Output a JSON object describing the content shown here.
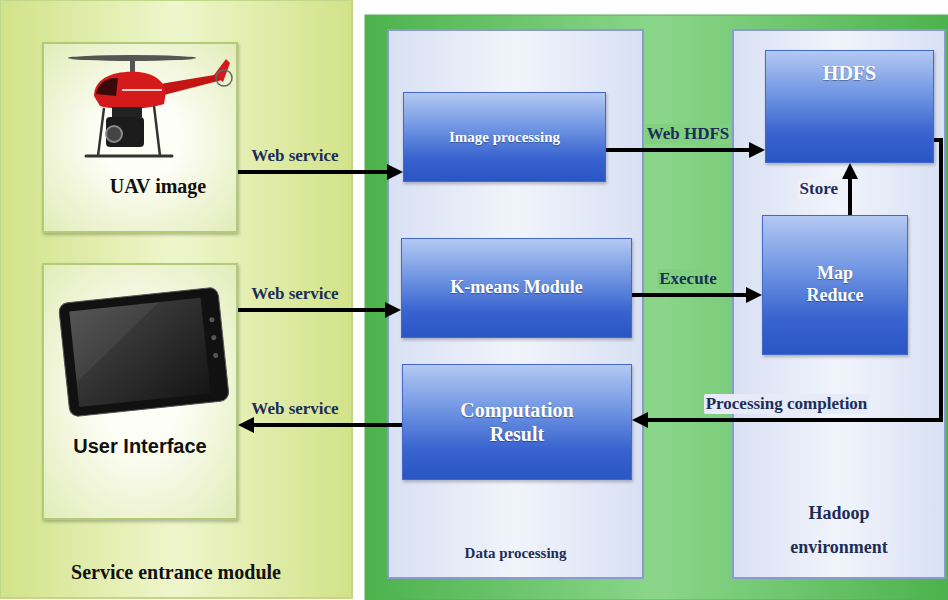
{
  "diagram": {
    "nodes": [
      {
        "text": [
          "Service entrance module"
        ]
      },
      {
        "text": [
          "UAV image"
        ],
        "in": 0
      },
      {
        "text": [
          "User Interface"
        ],
        "in": 0
      },
      {
        "text": [
          "Data processing"
        ]
      },
      {
        "text": [
          "Image processing"
        ],
        "in": 3
      },
      {
        "text": [
          "K-means Module"
        ],
        "in": 3
      },
      {
        "text": [
          "Computation Result"
        ],
        "in": 3
      },
      {
        "text": [
          "Hadoop environment"
        ]
      },
      {
        "text": [
          "HDFS"
        ],
        "in": 7
      },
      {
        "text": [
          "Map Reduce"
        ],
        "in": 7
      }
    ],
    "edges": [
      {
        "from": 1,
        "to": 4,
        "arrow": "to",
        "label": "Web service"
      },
      {
        "from": 2,
        "to": 5,
        "arrow": "to",
        "label": "Web service"
      },
      {
        "from": 6,
        "to": 2,
        "arrow": "to",
        "label": "Web service"
      },
      {
        "from": 4,
        "to": 8,
        "arrow": "to",
        "label": "Web HDFS"
      },
      {
        "from": 5,
        "to": 9,
        "arrow": "to",
        "label": "Execute"
      },
      {
        "from": 9,
        "to": 8,
        "arrow": "to",
        "label": "Store"
      },
      {
        "from": 8,
        "to": 6,
        "arrow": "to",
        "label": "Processing completion"
      }
    ]
  }
}
